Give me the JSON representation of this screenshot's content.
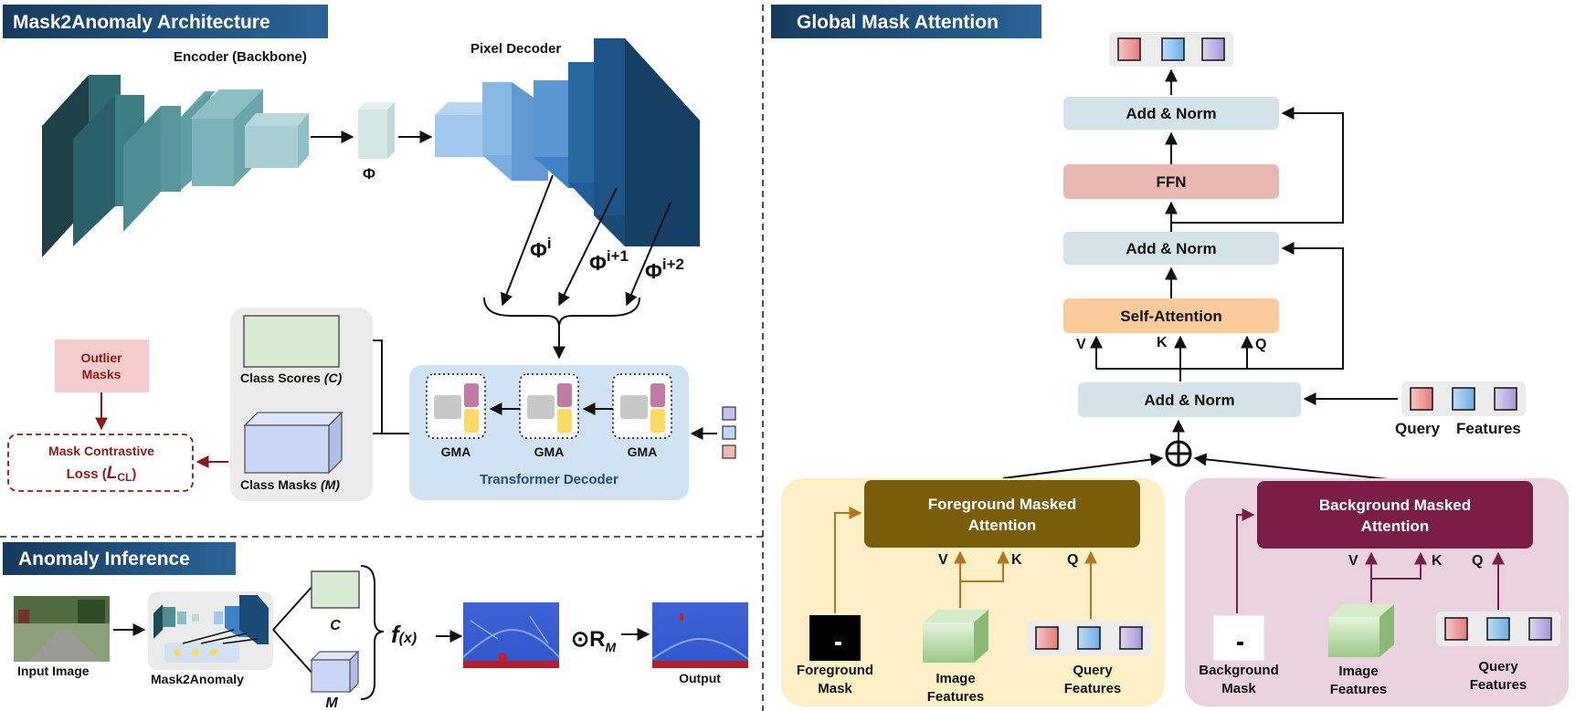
{
  "sections": {
    "architecture": "Mask2Anomaly Architecture",
    "global_mask_attention": "Global Mask Attention",
    "anomaly_inference": "Anomaly Inference"
  },
  "architecture": {
    "encoder_label": "Encoder (Backbone)",
    "pixel_decoder_label": "Pixel Decoder",
    "phi": "Φ",
    "phi_i_base": "Φ",
    "phi_i_sup": "i",
    "phi_i1_base": "Φ",
    "phi_i1_sup": "i+1",
    "phi_i2_base": "Φ",
    "phi_i2_sup": "i+2",
    "class_scores": "Class Scores",
    "class_scores_symbol": "(C)",
    "class_masks": "Class Masks",
    "class_masks_symbol": "(M)",
    "gma": "GMA",
    "transformer_decoder": "Transformer Decoder",
    "outlier_masks_line1": "Outlier",
    "outlier_masks_line2": "Masks",
    "mcl_line1": "Mask Contrastive",
    "mcl_line2_prefix": "Loss (",
    "mcl_symbol": "L",
    "mcl_sub": "CL",
    "mcl_close": ")"
  },
  "gma_block": {
    "add_norm": "Add & Norm",
    "ffn": "FFN",
    "self_attention": "Self-Attention",
    "v": "V",
    "k": "K",
    "q": "Q",
    "query": "Query",
    "features": "Features",
    "foreground_attention_line1": "Foreground Masked",
    "foreground_attention_line2": "Attention",
    "background_attention_line1": "Background Masked",
    "background_attention_line2": "Attention",
    "foreground_mask_line1": "Foreground",
    "foreground_mask_line2": "Mask",
    "background_mask_line1": "Background",
    "background_mask_line2": "Mask",
    "image_features_line1": "Image",
    "image_features_line2": "Features",
    "query_features_line1": "Query",
    "query_features_line2": "Features"
  },
  "inference": {
    "input_image": "Input Image",
    "model": "Mask2Anomaly",
    "c": "C",
    "m": "M",
    "fx_f": "f",
    "fx_x": "(x)",
    "rm_op": "⊙R",
    "rm_sub": "M",
    "output": "Output"
  },
  "colors": {
    "section_header": "#1f4e79",
    "encoder_dark": "#1e4c52",
    "decoder_dark": "#1d4f7a",
    "add_norm": "#d4e3e8",
    "ffn": "#eab8b2",
    "self_attention": "#fbcb9b",
    "foreground_panel": "#fdf0c6",
    "foreground_box": "#7a5d0a",
    "background_panel": "#ead3de",
    "background_box": "#7a1d47",
    "transformer_panel": "#d0e2f3",
    "loss_text": "#8b1a1a"
  }
}
